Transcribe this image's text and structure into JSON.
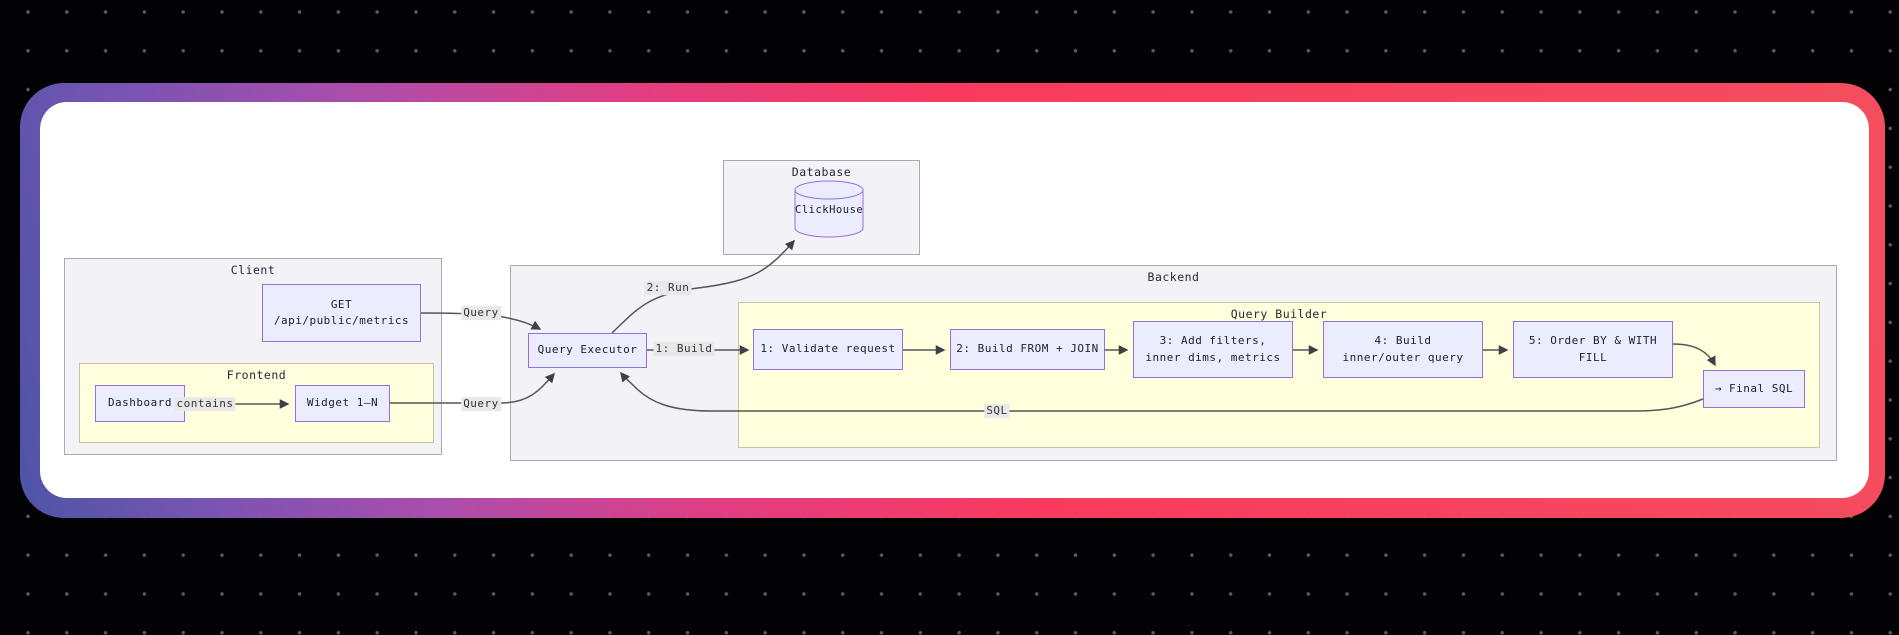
{
  "diagram": {
    "clusters": {
      "client": {
        "label": "Client"
      },
      "frontend": {
        "label": "Frontend"
      },
      "database": {
        "label": "Database"
      },
      "backend": {
        "label": "Backend"
      },
      "query_builder": {
        "label": "Query Builder"
      }
    },
    "nodes": {
      "get_endpoint": {
        "line1": "GET",
        "line2": "/api/public/metrics"
      },
      "dashboard": {
        "label": "Dashboard"
      },
      "widget": {
        "label": "Widget 1–N"
      },
      "clickhouse": {
        "label": "ClickHouse"
      },
      "query_executor": {
        "label": "Query Executor"
      },
      "step_validate": {
        "label": "1: Validate request"
      },
      "step_from_join": {
        "label": "2: Build FROM + JOIN"
      },
      "step_filters": {
        "line1": "3: Add filters,",
        "line2": "inner dims, metrics"
      },
      "step_inner_outer": {
        "line1": "4: Build",
        "line2": "inner/outer query"
      },
      "step_order_fill": {
        "line1": "5: Order BY & WITH",
        "line2": "FILL"
      },
      "final_sql": {
        "label": "→ Final SQL"
      }
    },
    "edge_labels": {
      "query_from_get": "Query",
      "query_from_widget": "Query",
      "contains": "contains",
      "run": "2: Run",
      "build": "1: Build",
      "sql": "SQL"
    },
    "colors": {
      "node_fill": "#ECECFF",
      "node_border": "#9370DB",
      "cluster_fill": "#f2f2f7",
      "inner_cluster_fill": "#ffffde",
      "edge_stroke": "#555555",
      "edge_label_bg": "#e8e8e8",
      "card_gradient_start": "#4d55a7",
      "card_gradient_mid": "#f93a5e",
      "card_gradient_end": "#f44e5e"
    }
  }
}
